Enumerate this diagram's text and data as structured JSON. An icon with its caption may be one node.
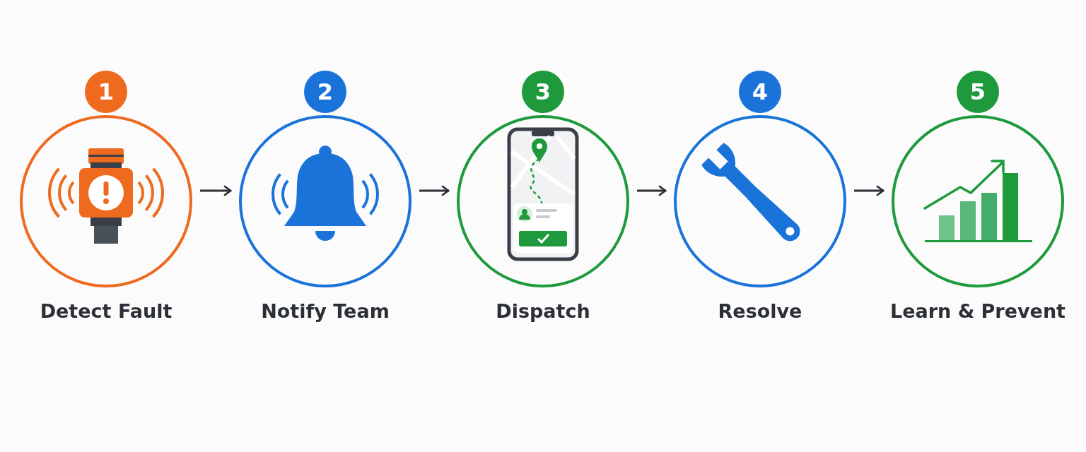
{
  "diagram": {
    "nodes": [
      {
        "text": [
          "1",
          "Detect Fault"
        ]
      },
      {
        "text": [
          "2",
          "Notify Team"
        ]
      },
      {
        "text": [
          "3",
          "Dispatch"
        ]
      },
      {
        "text": [
          "4",
          "Resolve"
        ]
      },
      {
        "text": [
          "5",
          "Learn & Prevent"
        ]
      }
    ],
    "edges": [
      {
        "from": 0,
        "to": 1,
        "arrow": "to"
      },
      {
        "from": 1,
        "to": 2,
        "arrow": "to"
      },
      {
        "from": 2,
        "to": 3,
        "arrow": "to"
      },
      {
        "from": 3,
        "to": 4,
        "arrow": "to"
      }
    ]
  }
}
